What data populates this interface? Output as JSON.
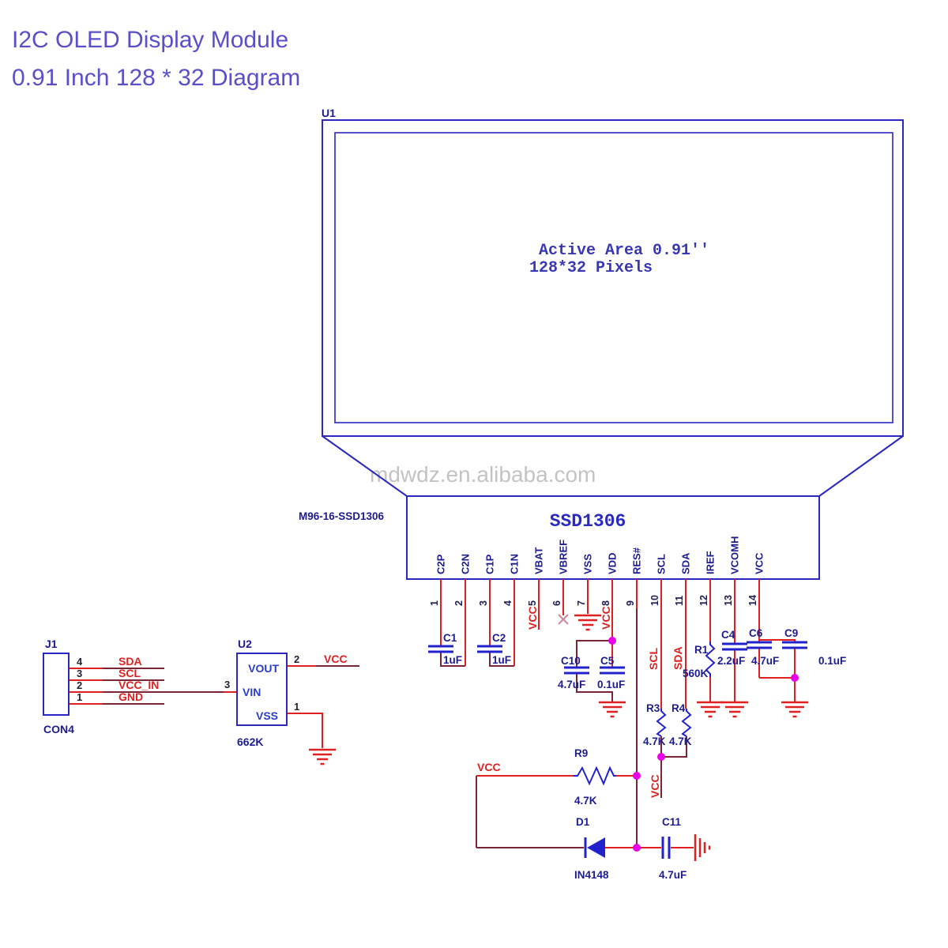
{
  "title": {
    "line1": "I2C OLED Display Module",
    "line2": "0.91 Inch 128 * 32 Diagram"
  },
  "watermark": "mdwdz.en.alibaba.com",
  "display_module": {
    "ref": "U1",
    "active_area": "Active Area 0.91''",
    "resolution": "128*32 Pixels"
  },
  "driver": {
    "module_label": "M96-16-SSD1306",
    "chip_name": "SSD1306",
    "pins": [
      {
        "num": "1",
        "name": "C2P"
      },
      {
        "num": "2",
        "name": "C2N"
      },
      {
        "num": "3",
        "name": "C1P"
      },
      {
        "num": "4",
        "name": "C1N"
      },
      {
        "num": "5",
        "name": "VBAT"
      },
      {
        "num": "6",
        "name": "VBREF"
      },
      {
        "num": "7",
        "name": "VSS"
      },
      {
        "num": "8",
        "name": "VDD"
      },
      {
        "num": "9",
        "name": "RES#"
      },
      {
        "num": "10",
        "name": "SCL"
      },
      {
        "num": "11",
        "name": "SDA"
      },
      {
        "num": "12",
        "name": "IREF"
      },
      {
        "num": "13",
        "name": "VCOMH"
      },
      {
        "num": "14",
        "name": "VCC"
      }
    ]
  },
  "connector": {
    "ref": "J1",
    "type": "CON4",
    "pins": [
      {
        "num": "4",
        "net": "SDA"
      },
      {
        "num": "3",
        "net": "SCL"
      },
      {
        "num": "2",
        "net": "VCC_IN"
      },
      {
        "num": "1",
        "net": "GND"
      }
    ]
  },
  "regulator": {
    "ref": "U2",
    "part": "662K",
    "pin_vout": "VOUT",
    "pin_vin": "VIN",
    "pin_vss": "VSS",
    "num_vout": "2",
    "num_vin": "3",
    "num_vss": "1"
  },
  "power": {
    "vcc": "VCC"
  },
  "nets": {
    "scl": "SCL",
    "sda": "SDA"
  },
  "components": {
    "c1": {
      "ref": "C1",
      "value": "1uF"
    },
    "c2": {
      "ref": "C2",
      "value": "1uF"
    },
    "c4": {
      "ref": "C4",
      "value": "2.2uF"
    },
    "c5": {
      "ref": "C5",
      "value": "0.1uF"
    },
    "c6": {
      "ref": "C6",
      "value": "4.7uF"
    },
    "c9": {
      "ref": "C9",
      "value": "0.1uF"
    },
    "c10": {
      "ref": "C10",
      "value": "4.7uF"
    },
    "c11": {
      "ref": "C11",
      "value": "4.7uF"
    },
    "r1": {
      "ref": "R1",
      "value": "560K"
    },
    "r3": {
      "ref": "R3",
      "value": "4.7K"
    },
    "r4": {
      "ref": "R4",
      "value": "4.7K"
    },
    "r9": {
      "ref": "R9",
      "value": "4.7K"
    },
    "d1": {
      "ref": "D1",
      "part": "IN4148"
    }
  },
  "colors": {
    "title_purple": "#5a4fc8",
    "schematic_blue": "#2a28c0",
    "component_blue": "#2222cc",
    "wire_red": "#e02020",
    "wire_dark": "#7a2535",
    "label_navy": "#1c1c8e",
    "junction_magenta": "#e800e8",
    "watermark_gray": "#b8b8b8"
  }
}
